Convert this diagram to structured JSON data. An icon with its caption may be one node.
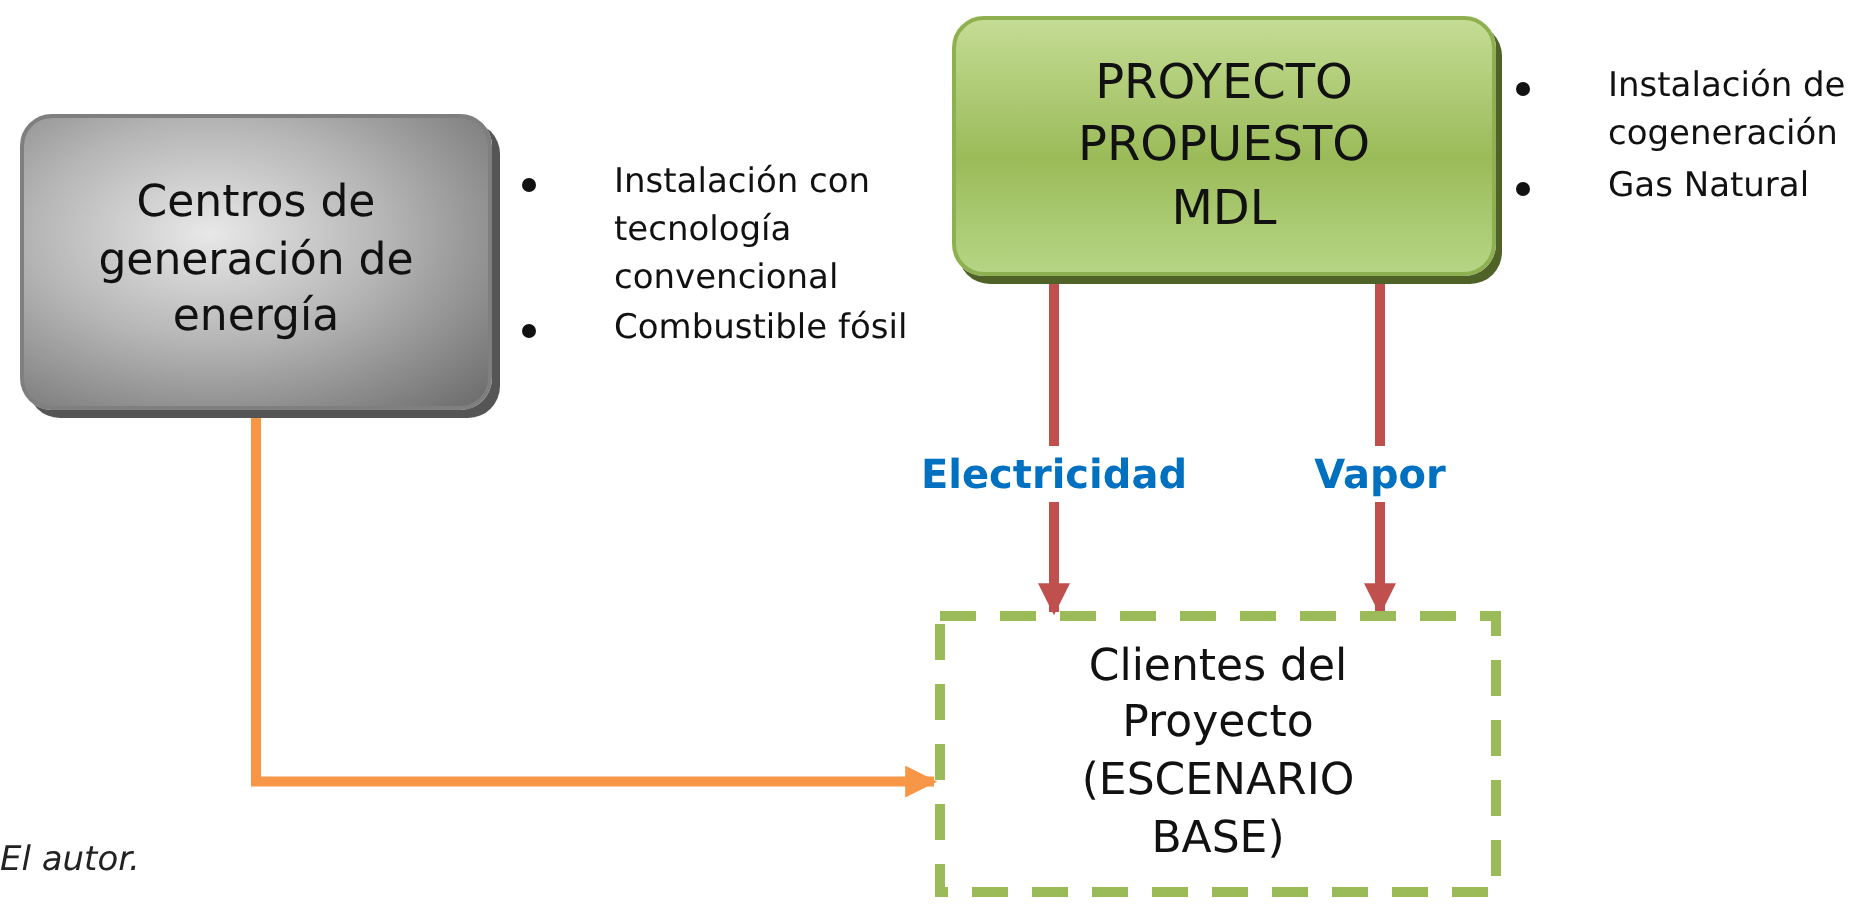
{
  "diagram": {
    "caption": "El autor.",
    "nodes": [
      {
        "text": [
          "Centros de generación de energía"
        ],
        "beside": [
          "Instalación con tecnología convencional",
          "Combustible fósil"
        ]
      },
      {
        "text": [
          "PROYECTO PROPUESTO MDL"
        ],
        "beside": [
          "Instalación de cogeneración",
          "Gas Natural"
        ]
      },
      {
        "text": [
          "Clientes del Proyecto (ESCENARIO BASE)"
        ]
      }
    ],
    "edges": [
      {
        "from": 0,
        "to": 2,
        "arrow": "to",
        "color": "#f79646"
      },
      {
        "from": 1,
        "to": 2,
        "arrow": "to",
        "label": "Electricidad"
      },
      {
        "from": 1,
        "to": 2,
        "arrow": "to",
        "label": "Vapor"
      }
    ]
  }
}
